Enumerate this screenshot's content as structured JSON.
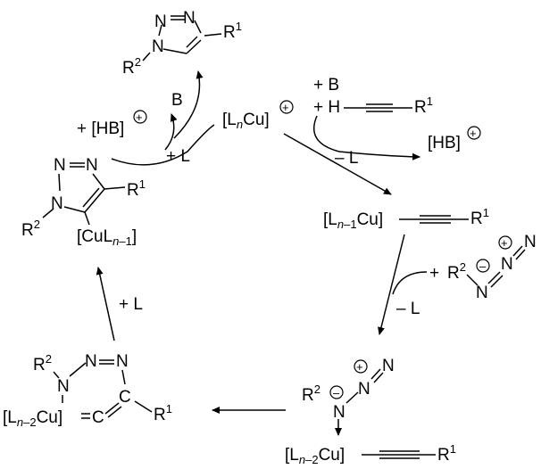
{
  "catalyst": {
    "label": "[LnCu]"
  },
  "reagents_in": {
    "base": "+ B",
    "alkyne": "+ H",
    "alkyne_r": "R1"
  },
  "ligand_loss_1": "– L",
  "hb_out_1": "[HB]",
  "acetylide": {
    "left": "[Ln–1Cu]",
    "r": "R1"
  },
  "azide": {
    "plus": "+",
    "r": "R2",
    "n1": "N",
    "n2": "N",
    "n3": "N"
  },
  "ligand_loss_2": "– L",
  "azide_complex": {
    "r2": "R2",
    "n": "N",
    "cu": "[Ln–2Cu]",
    "r1": "R1"
  },
  "metallacycle": {
    "r2": "R2",
    "n1": "N",
    "n2": "N",
    "n3": "N",
    "cu": "[Ln–2Cu]",
    "c1": "C",
    "c2": "C",
    "r1": "R1"
  },
  "ligand_gain_1": "+ L",
  "triazolide": {
    "n1": "N",
    "n2": "N",
    "n3": "N",
    "r1": "R1",
    "r2": "R2",
    "cu": "[CuLn–1]"
  },
  "hb_in": "+ [HB]",
  "b_out": "B",
  "ligand_gain_2": "+ L",
  "product": {
    "n1": "N",
    "n2": "N",
    "n3": "N",
    "r1": "R1",
    "r2": "R2"
  }
}
